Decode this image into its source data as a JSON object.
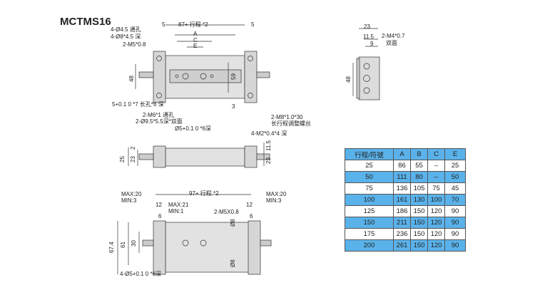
{
  "title": "MCTMS16",
  "top_view": {
    "dim_total": "87+ 行程 *2",
    "dim_left": "5",
    "dim_right": "5",
    "A": "A",
    "C": "C",
    "E": "E",
    "h48": "48",
    "h59": "59",
    "d3": "3",
    "hole1": "4-Ø4.5 通孔",
    "hole2": "4-Ø8*4.5 深",
    "m5": "2-M5*0.8",
    "slot": "5+0.1 0 *7 长孔*6 深",
    "m6": "2-M6*1 通孔",
    "cb": "2-Ø9.5*5.5深*双面",
    "pin": "Ø5+0.1 0 *6深",
    "m8": "2-M8*1.0*30",
    "m8b": "长行程调整螺丝"
  },
  "side_view": {
    "d25": "25",
    "d23": "23",
    "d2": "2",
    "d115": "11.5",
    "d23r": "23",
    "m2": "4-M2*0.4*4 深"
  },
  "end_view": {
    "d23": "23",
    "d115": "11.5",
    "d9": "9",
    "d48": "48",
    "m4": "2-M4*0.7",
    "m4b": "双面"
  },
  "bottom_view": {
    "dim_total": "97+ 行程 *2",
    "maxl": "MAX:20",
    "minl": "MIN:3",
    "maxr": "MAX:20",
    "minr": "MIN:3",
    "max21": "MAX:21",
    "min1": "MIN:1",
    "d12l": "12",
    "d6l": "6",
    "d12r": "12",
    "d6r": "6",
    "m5": "2-M5X0.8",
    "d8a": "Ø8",
    "d8b": "Ø8",
    "h674": "67.4",
    "h61": "61",
    "h30": "30",
    "pin": "4-Ø5+0.1 0 *6深"
  },
  "table": {
    "headers": [
      "行程/符號",
      "A",
      "B",
      "C",
      "E"
    ],
    "rows": [
      [
        "25",
        "86",
        "55",
        "–",
        "25"
      ],
      [
        "50",
        "111",
        "80",
        "–",
        "50"
      ],
      [
        "75",
        "136",
        "105",
        "75",
        "45"
      ],
      [
        "100",
        "161",
        "130",
        "100",
        "70"
      ],
      [
        "125",
        "186",
        "150",
        "120",
        "90"
      ],
      [
        "150",
        "211",
        "150",
        "120",
        "90"
      ],
      [
        "175",
        "236",
        "150",
        "120",
        "90"
      ],
      [
        "200",
        "261",
        "150",
        "120",
        "90"
      ]
    ]
  },
  "colors": {
    "table_blue": "#5ab2ea",
    "body": "#dcdcdc"
  }
}
